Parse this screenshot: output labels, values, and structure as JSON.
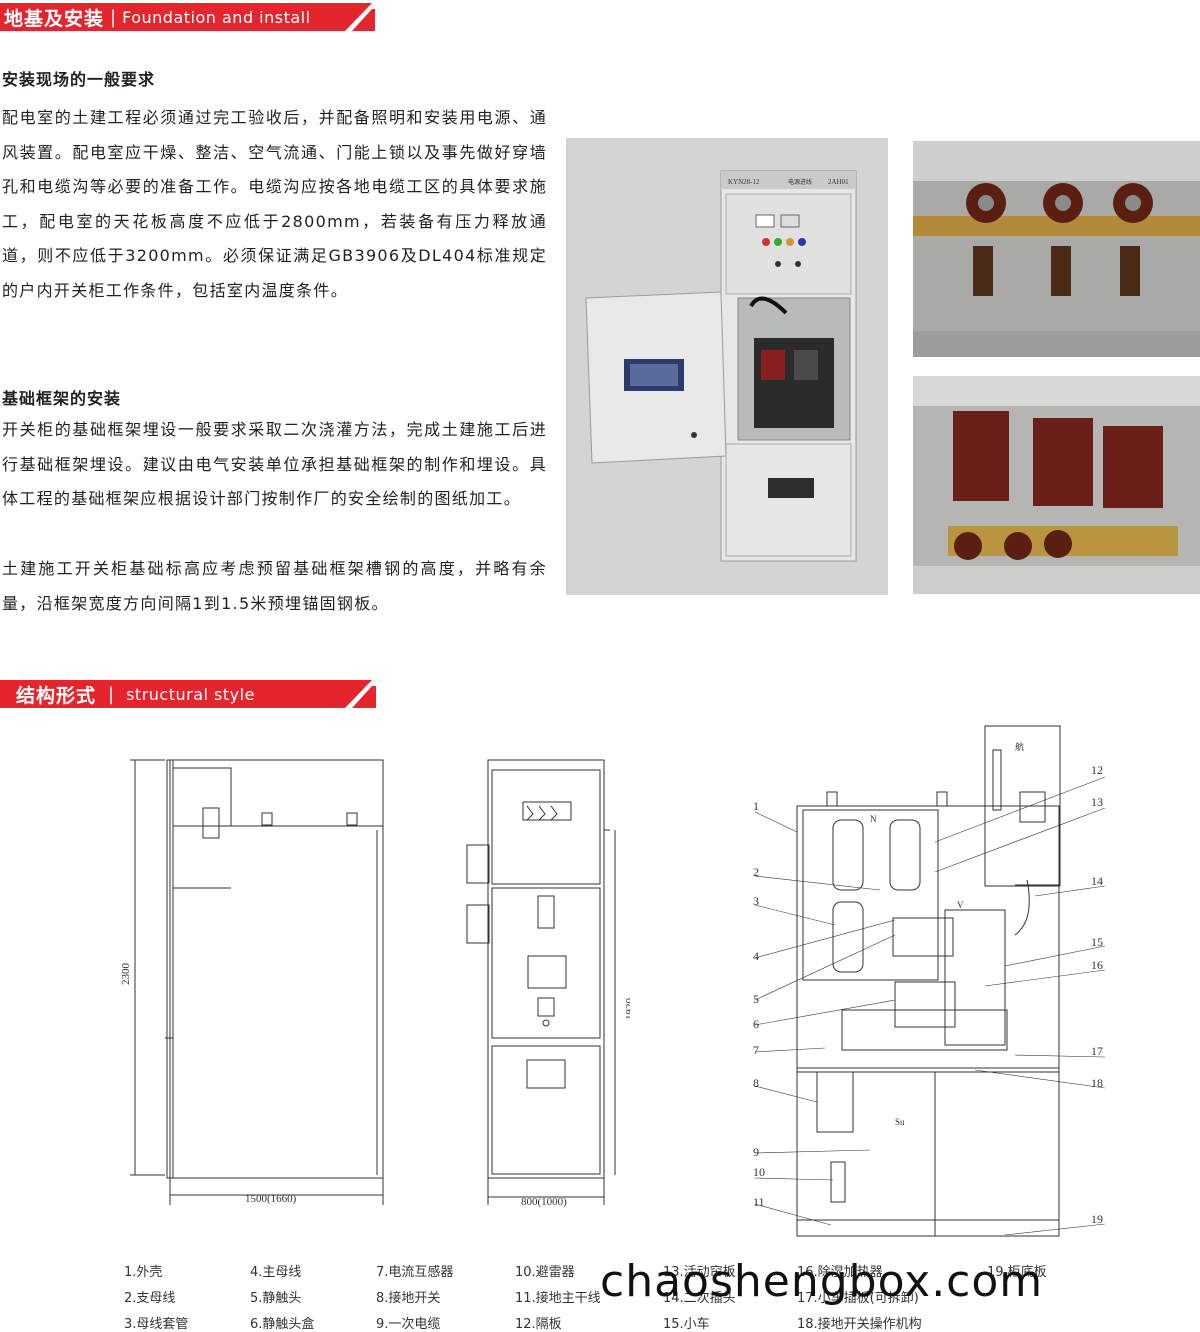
{
  "section1": {
    "title_cn": "地基及安装",
    "sep": "|",
    "title_en": "Foundation and install",
    "h1": "安装现场的一般要求",
    "p1": "配电室的土建工程必须通过完工验收后，并配备照明和安装用电源、通风装置。配电室应干燥、整洁、空气流通、门能上锁以及事先做好穿墙孔和电缆沟等必要的准备工作。电缆沟应按各地电缆工区的具体要求施工，配电室的天花板高度不应低于2800mm，若装备有压力释放通道，则不应低于3200mm。必须保证满足GB3906及DL404标准规定的户内开关柜工作条件，包括室内温度条件。",
    "h2": "基础框架的安装",
    "p2": "开关柜的基础框架埋设一般要求采取二次浇灌方法，完成土建施工后进行基础框架埋设。建议由电气安装单位承担基础框架的制作和埋设。具体工程的基础框架应根据设计部门按制作厂的安全绘制的图纸加工。",
    "p3": "土建施工开关柜基础标高应考虑预留基础框架槽钢的高度，并略有余量，沿框架宽度方向间隔1到1.5米预埋锚固钢板。",
    "cabinet_label": "KYN28-12",
    "cabinet_sub": "电源进线",
    "cabinet_code": "2AH01"
  },
  "section2": {
    "title_cn": "结构形式",
    "sep": "|",
    "title_en": "structural style",
    "dim_height": "2300",
    "dim_width": "1500(1660)",
    "dim_height2": "1920",
    "dim_depth": "800(1000)",
    "callouts": [
      "1",
      "2",
      "3",
      "4",
      "5",
      "6",
      "7",
      "8",
      "9",
      "10",
      "11",
      "12",
      "13",
      "14",
      "15",
      "16",
      "17",
      "18",
      "19"
    ],
    "inner_labels": {
      "n": "N",
      "v": "V",
      "su": "Su",
      "top": "航"
    }
  },
  "legend": [
    [
      "1.外壳",
      "2.支母线",
      "3.母线套管"
    ],
    [
      "4.主母线",
      "5.静触头",
      "6.静触头盒"
    ],
    [
      "7.电流互感器",
      "8.接地开关",
      "9.一次电缆"
    ],
    [
      "10.避雷器",
      "11.接地主干线",
      "12.隔板"
    ],
    [
      "13.活动帘板",
      "14.二次插头",
      "15.小车"
    ],
    [
      "16.除湿加热器",
      "17.小车插板(可拆卸)",
      "18.接地开关操作机构"
    ],
    [
      "19.柜底板",
      "",
      ""
    ]
  ],
  "watermark": "chaoshengbox.com",
  "colors": {
    "accent": "#e4252d",
    "text": "#231f20",
    "photo_bg": "#d3d4d4"
  }
}
